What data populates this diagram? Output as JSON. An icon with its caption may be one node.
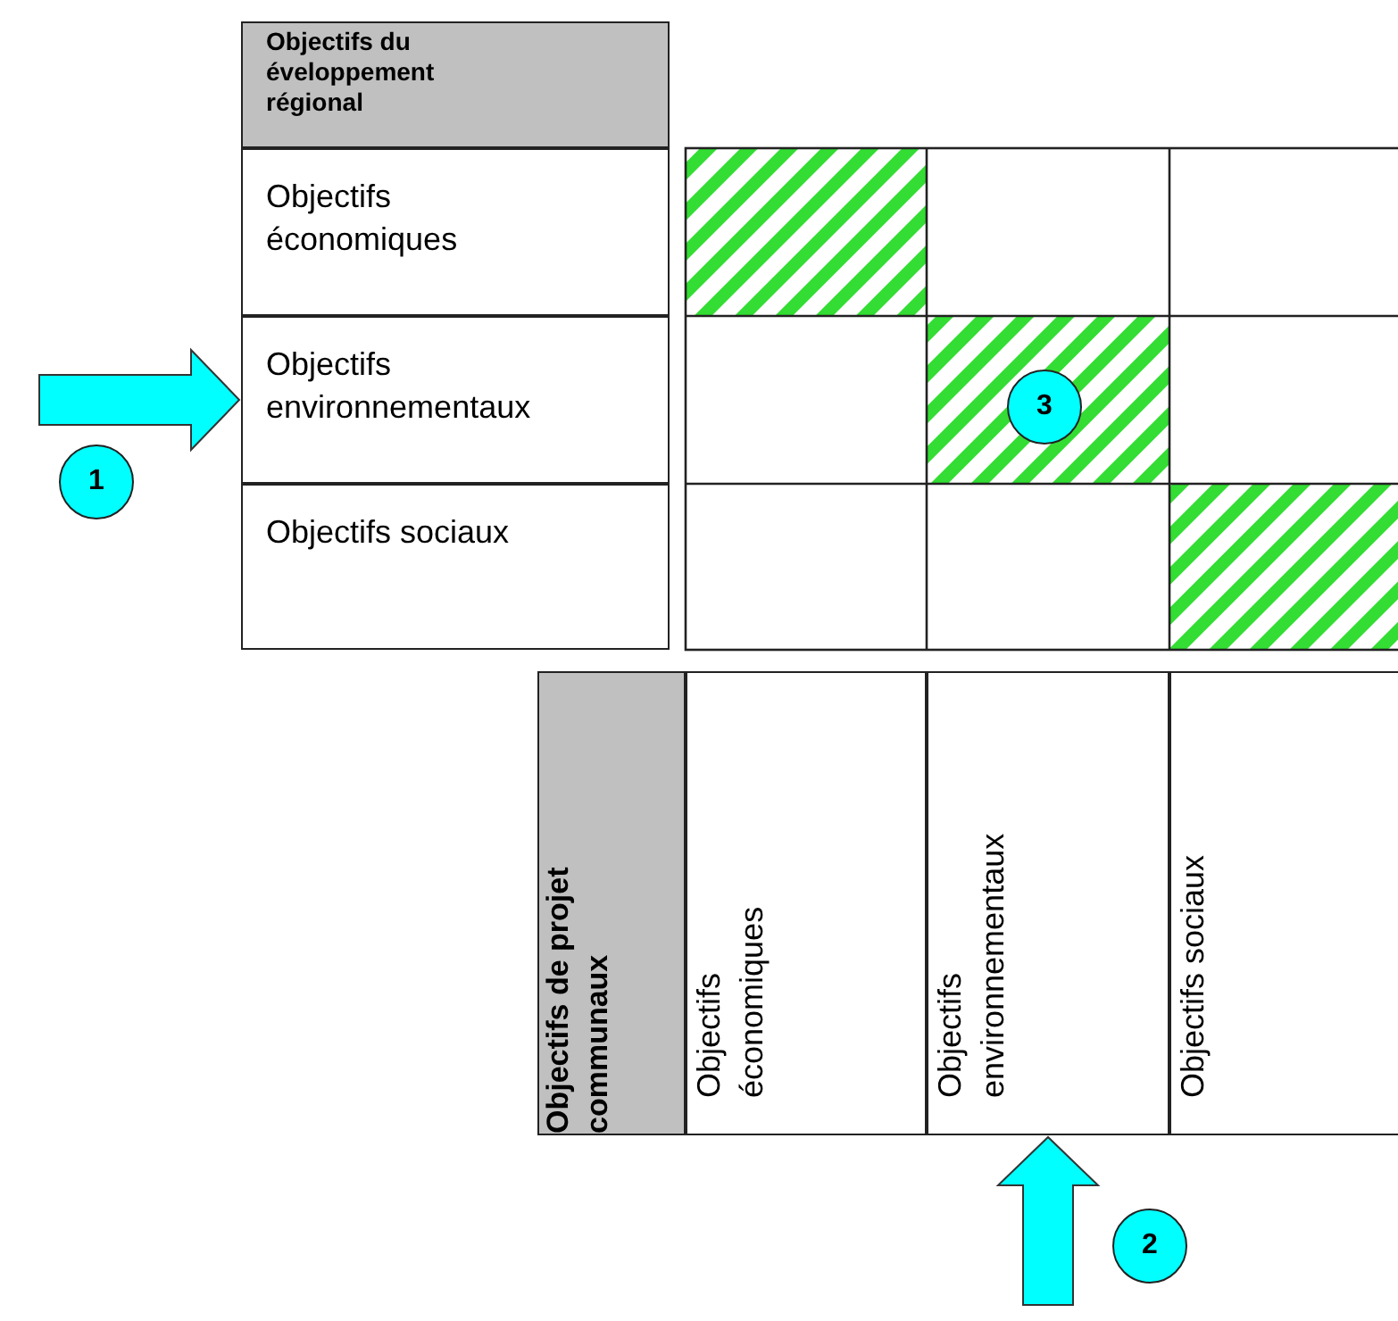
{
  "diagram": {
    "nodes": [
      {
        "text": [
          "Objectifs du éveloppement régional"
        ]
      },
      {
        "text": [
          "Objectifs économiques"
        ]
      },
      {
        "text": [
          "Objectifs environnementaux"
        ]
      },
      {
        "text": [
          "Objectifs sociaux"
        ]
      },
      {
        "text": [
          "Objectifs de projet communaux"
        ]
      },
      {
        "text": [
          "Objectifs économiques"
        ]
      },
      {
        "text": [
          "Objectifs environnementaux"
        ]
      },
      {
        "text": [
          "Objectifs sociaux"
        ]
      },
      {
        "text": [
          "1"
        ]
      },
      {
        "text": [
          "2"
        ]
      },
      {
        "text": [
          "3"
        ]
      }
    ],
    "edges": [
      {
        "from": null,
        "to": 2,
        "arrow": "to"
      },
      {
        "from": null,
        "to": 6,
        "arrow": "to"
      }
    ]
  }
}
